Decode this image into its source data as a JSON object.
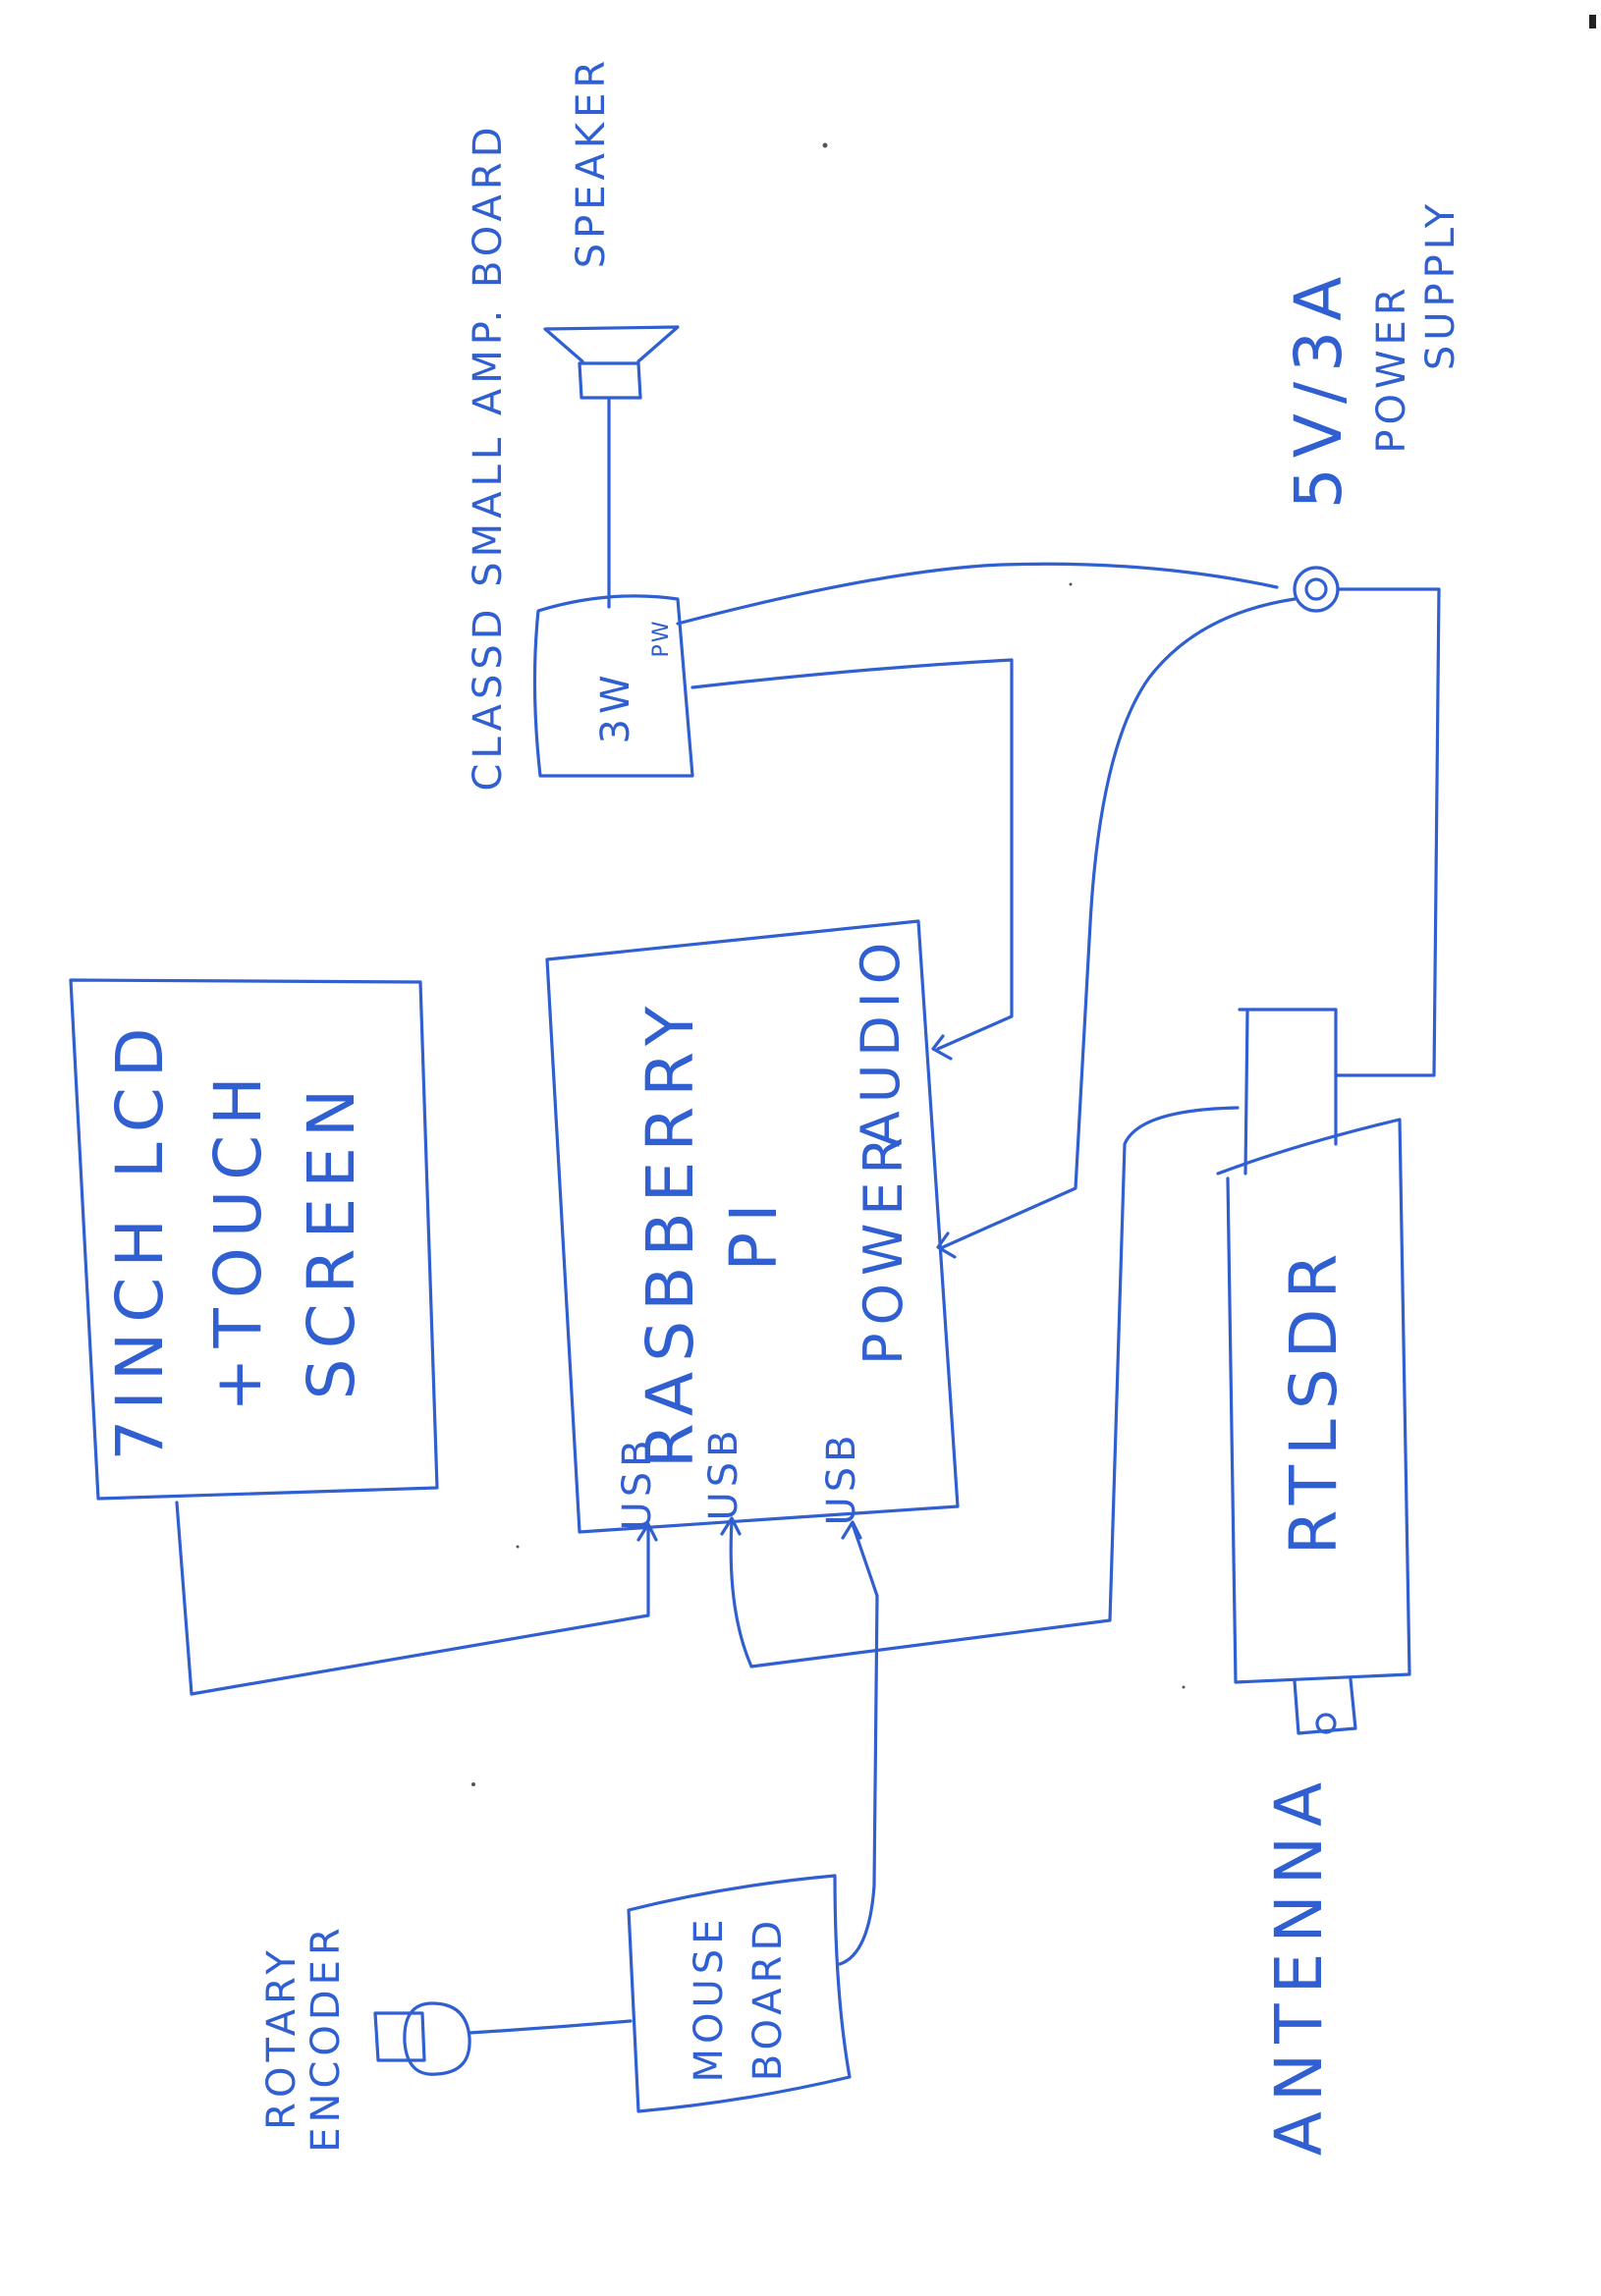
{
  "diagram": {
    "ink_color": "#2f5fd0",
    "background": "#ffffff",
    "components": {
      "lcd": {
        "line1": "7INCH LCD",
        "line2": "+TOUCH",
        "line3": "SCREEN"
      },
      "raspberry_pi": {
        "line1": "RASBBERRY",
        "line2": "PI",
        "port_power": "POWER",
        "port_audio": "AUDIO",
        "port_usb_1": "USB",
        "port_usb_2": "USB",
        "port_usb_3": "USB"
      },
      "amp_board": {
        "label": "CLASSD SMALL AMP. BOARD",
        "power_rating": "3W",
        "pwr": "PW"
      },
      "speaker": {
        "label": "SPEAKER"
      },
      "power_supply": {
        "line1": "5V/3A",
        "line2": "POWER",
        "line3": "SUPPLY"
      },
      "rtlsdr": {
        "label": "RTLSDR"
      },
      "antenna": {
        "label": "ANTENNA"
      },
      "mouse_board": {
        "line1": "MOUSE",
        "line2": "BOARD"
      },
      "rotary_encoder": {
        "line1": "ROTARY",
        "line2": "ENCODER"
      }
    }
  }
}
